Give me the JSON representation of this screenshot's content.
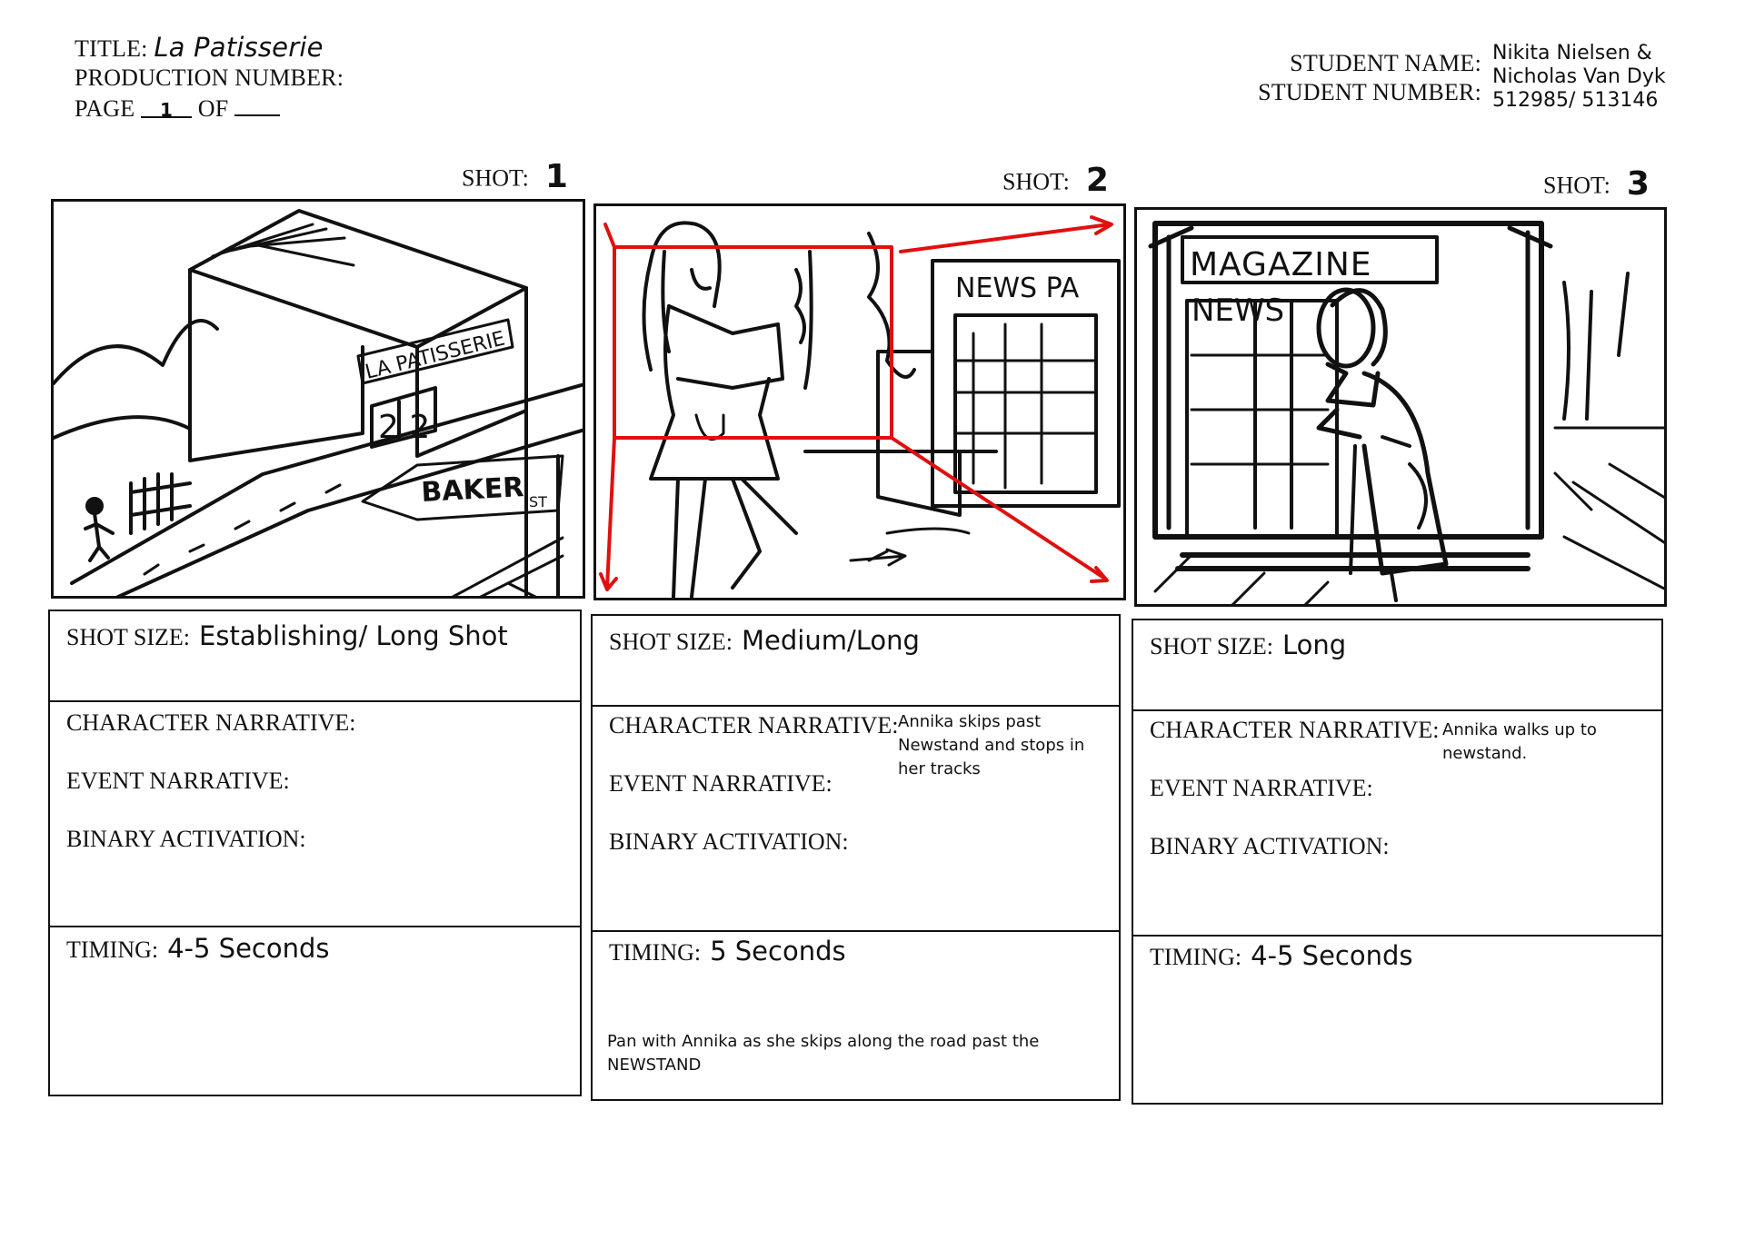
{
  "header": {
    "title_label": "TITLE:",
    "title_value": "La Patisserie",
    "production_label": "PRODUCTION NUMBER:",
    "page_label": "PAGE",
    "page_number": "1",
    "of_label": "OF",
    "student_name_label": "STUDENT NAME:",
    "student_number_label": "STUDENT NUMBER:",
    "student_name_line1": "Nikita Nielsen &",
    "student_name_line2": "Nicholas Van Dyk",
    "student_numbers": "512985/ 513146"
  },
  "labels": {
    "shot": "SHOT:",
    "shot_size": "SHOT SIZE:",
    "character_narrative": "CHARACTER NARRATIVE:",
    "event_narrative": "EVENT NARRATIVE:",
    "binary_activation": "BINARY ACTIVATION:",
    "timing": "TIMING:"
  },
  "shots": [
    {
      "number": "1",
      "shot_size": "Establishing/ Long Shot",
      "character_narrative": "",
      "timing": "4-5 Seconds",
      "notes": "",
      "sketch_text": [
        "LA PATISSERIE",
        "2 2",
        "BAKER",
        "ST"
      ]
    },
    {
      "number": "2",
      "shot_size": "Medium/Long",
      "character_narrative": "Annika skips past Newstand and stops in her tracks",
      "timing": "5 Seconds",
      "notes": "Pan with Annika as she skips along the road past the NEWSTAND",
      "sketch_text": [
        "NEWS PA"
      ]
    },
    {
      "number": "3",
      "shot_size": "Long",
      "character_narrative": "Annika walks up to newstand.",
      "timing": "4-5 Seconds",
      "notes": "",
      "sketch_text": [
        "MAGAZINE",
        "NEWS"
      ]
    }
  ],
  "colors": {
    "ink": "#111111",
    "camera_move": "#e01010",
    "paper": "#ffffff"
  }
}
